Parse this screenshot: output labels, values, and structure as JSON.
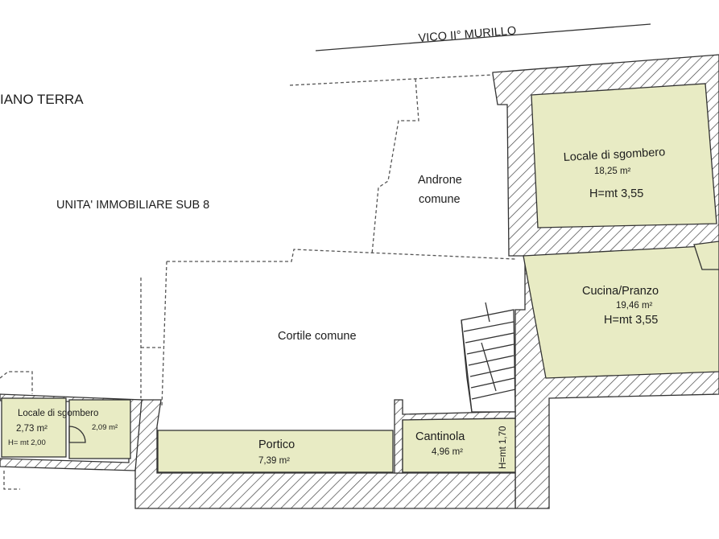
{
  "street_name": "VICO II° MURILLO",
  "floor_title": "IANO TERRA",
  "unit_label": "UNITA' IMMOBILIARE SUB 8",
  "shared_areas": {
    "androne": {
      "line1": "Androne",
      "line2": "comune"
    },
    "cortile": "Cortile comune"
  },
  "rooms": {
    "sgombero_large": {
      "name": "Locale di sgombero",
      "area": "18,25 m²",
      "height": "H=mt 3,55"
    },
    "cucina": {
      "name": "Cucina/Pranzo",
      "area": "19,46 m²",
      "height": "H=mt 3,55"
    },
    "portico": {
      "name": "Portico",
      "area": "7,39 m²"
    },
    "cantinola": {
      "name": "Cantinola",
      "area": "4,96 m²",
      "height": "H=mt 1,70"
    },
    "sgombero_small": {
      "name": "Locale di sgombero",
      "area_a": "2,73 m²",
      "area_b": "2,09 m²",
      "height": "H= mt 2,00"
    }
  },
  "colors": {
    "room_fill": "#e8ebc4",
    "wall_stroke": "#333333",
    "text": "#1d1d1d"
  }
}
